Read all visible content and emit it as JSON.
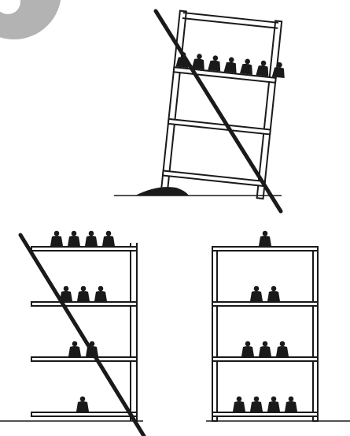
{
  "badge": {
    "color": "#b3b3b3"
  },
  "colors": {
    "ink": "#1a1a1a",
    "background": "#ffffff"
  },
  "panels": [
    {
      "name": "leaning-rack",
      "status": "incorrect",
      "marked_crossed_out": true,
      "shelf_weights": [
        7,
        0,
        0,
        0
      ],
      "ground_debris": true
    },
    {
      "name": "top-heavy-rack",
      "status": "incorrect",
      "marked_crossed_out": true,
      "shelf_weights": [
        4,
        3,
        2,
        1
      ]
    },
    {
      "name": "bottom-heavy-rack",
      "status": "correct",
      "marked_crossed_out": false,
      "shelf_weights": [
        1,
        2,
        3,
        4
      ]
    }
  ]
}
